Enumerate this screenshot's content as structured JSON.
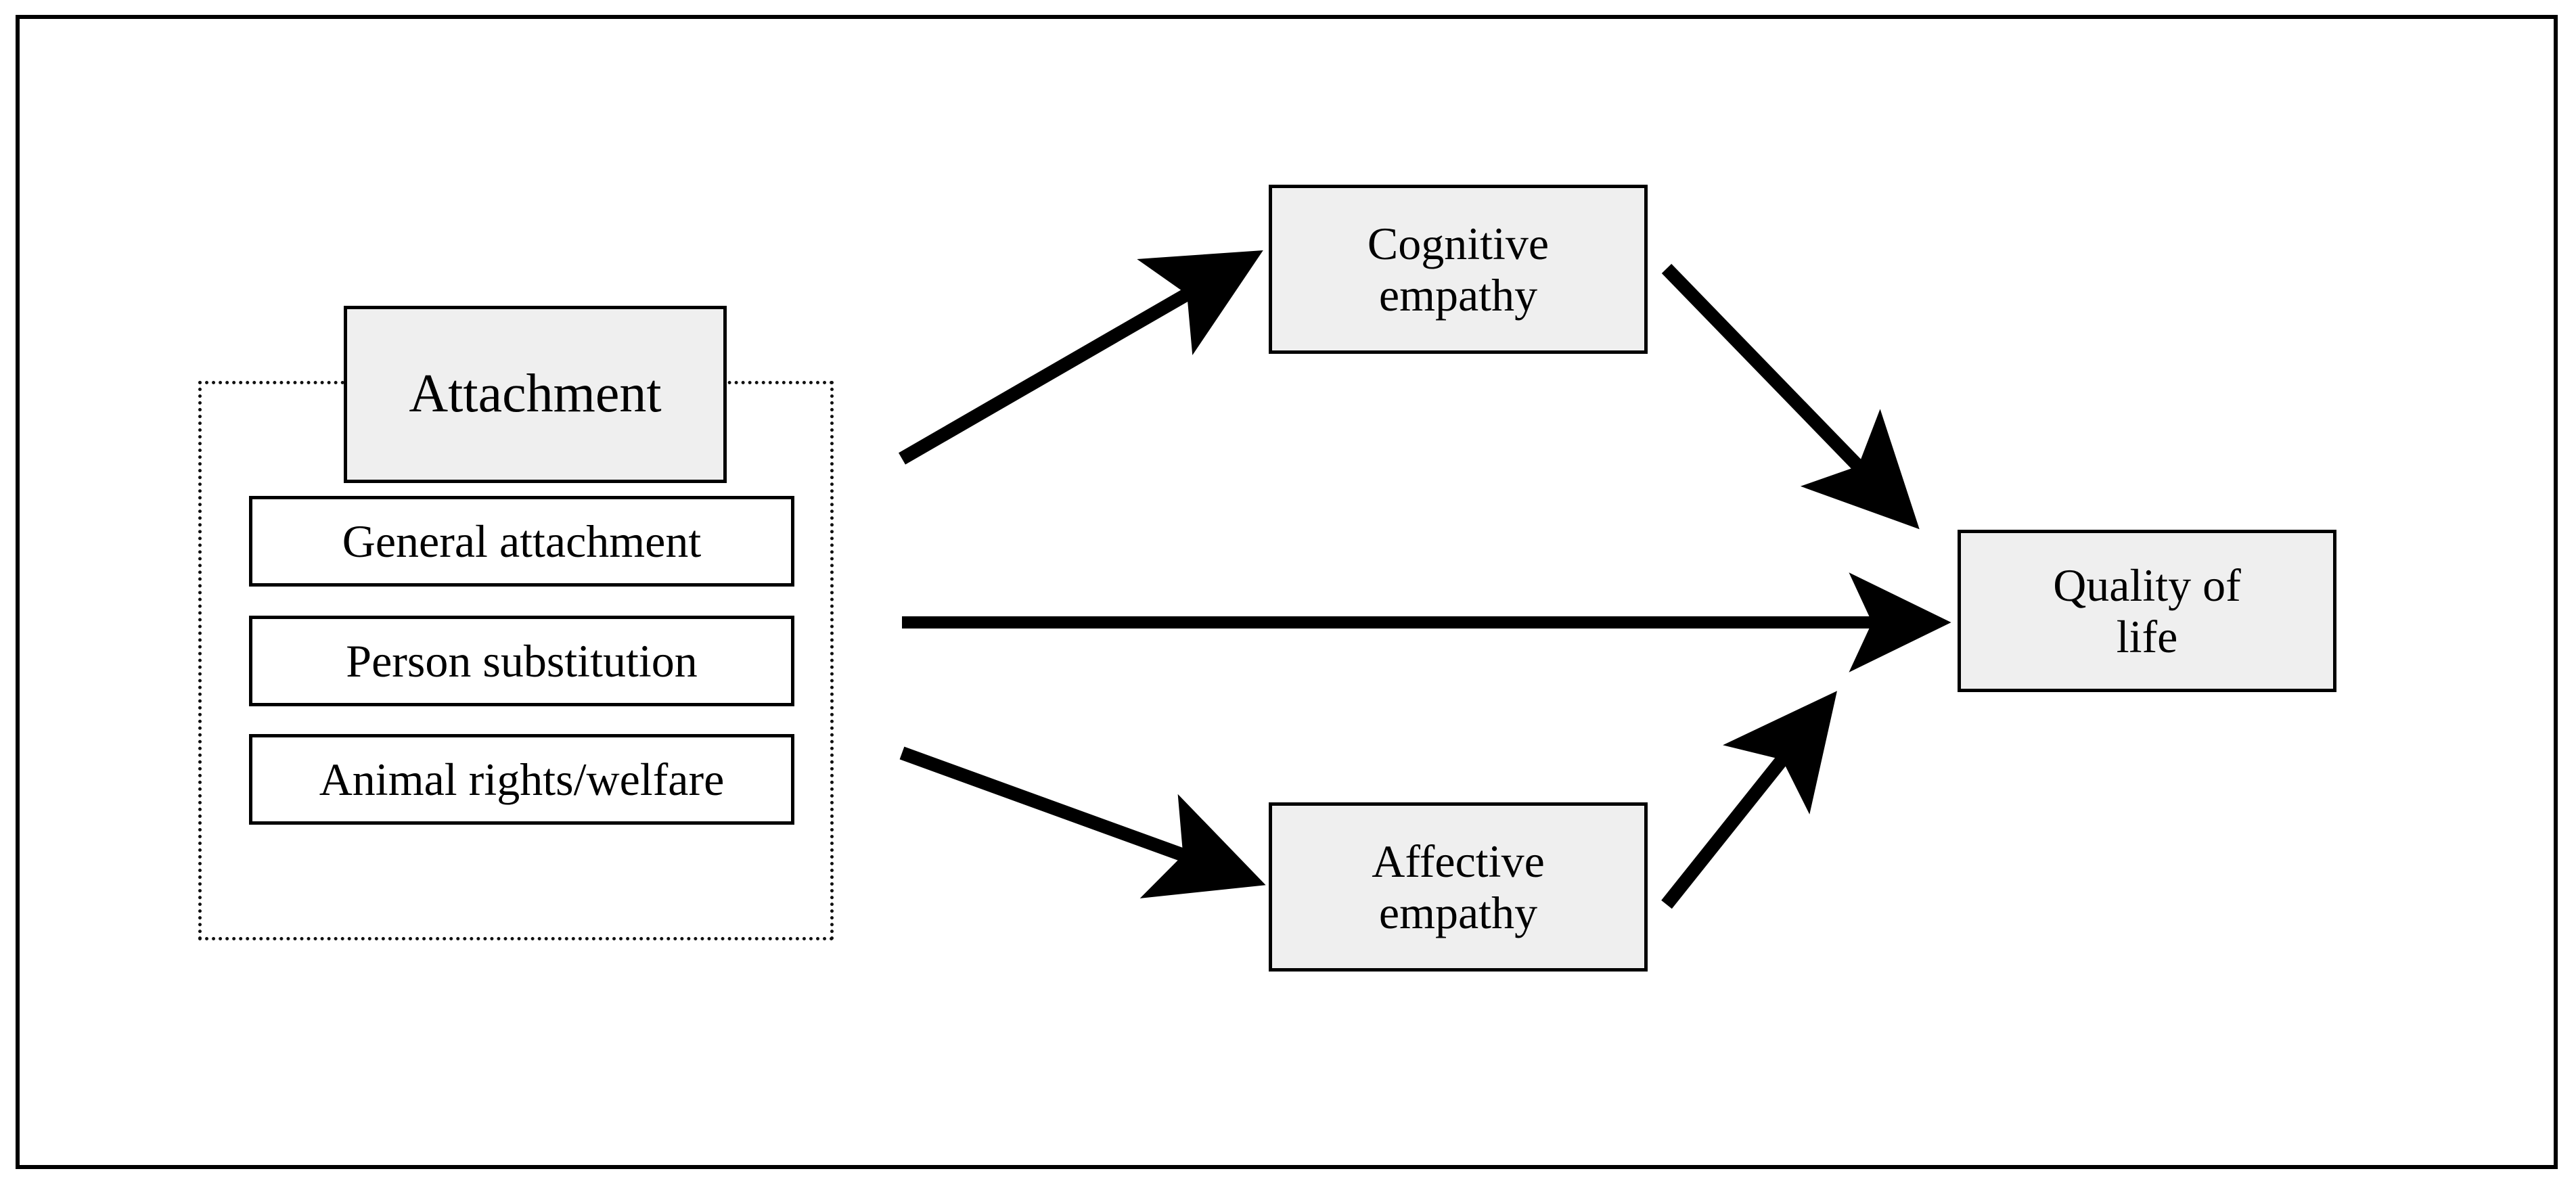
{
  "figure": {
    "type": "path-model-diagram",
    "background_color": "#ffffff",
    "frame_color": "#000000",
    "shaded_node_color": "#efefef",
    "plain_node_color": "#ffffff",
    "line_color": "#000000"
  },
  "nodes": {
    "attachment": {
      "label": "Attachment",
      "style": "shaded"
    },
    "general_attachment": {
      "label": "General attachment",
      "style": "plain"
    },
    "person_substitution": {
      "label": "Person substitution",
      "style": "plain"
    },
    "animal_rights": {
      "label": "Animal rights/welfare",
      "style": "plain"
    },
    "cognitive_empathy": {
      "label": "Cognitive\nempathy",
      "line1": "Cognitive",
      "line2": "empathy",
      "style": "shaded"
    },
    "affective_empathy": {
      "label": "Affective\nempathy",
      "line1": "Affective",
      "line2": "empathy",
      "style": "shaded"
    },
    "quality_of_life": {
      "label": "Quality of\nlife",
      "line1": "Quality of",
      "line2": "life",
      "style": "shaded"
    }
  },
  "group": {
    "name": "attachment-construct-group",
    "border_style": "dotted",
    "members": [
      "general_attachment",
      "person_substitution",
      "animal_rights"
    ],
    "header_node": "attachment"
  },
  "edges": [
    {
      "id": "attachment-to-cognitive-empathy",
      "from": "attachment",
      "to": "cognitive_empathy",
      "arrow": true
    },
    {
      "id": "attachment-to-quality-of-life",
      "from": "attachment",
      "to": "quality_of_life",
      "arrow": true
    },
    {
      "id": "attachment-to-affective-empathy",
      "from": "attachment",
      "to": "affective_empathy",
      "arrow": true
    },
    {
      "id": "cognitive-empathy-to-quality-of-life",
      "from": "cognitive_empathy",
      "to": "quality_of_life",
      "arrow": true
    },
    {
      "id": "affective-empathy-to-quality-of-life",
      "from": "affective_empathy",
      "to": "quality_of_life",
      "arrow": true
    }
  ]
}
